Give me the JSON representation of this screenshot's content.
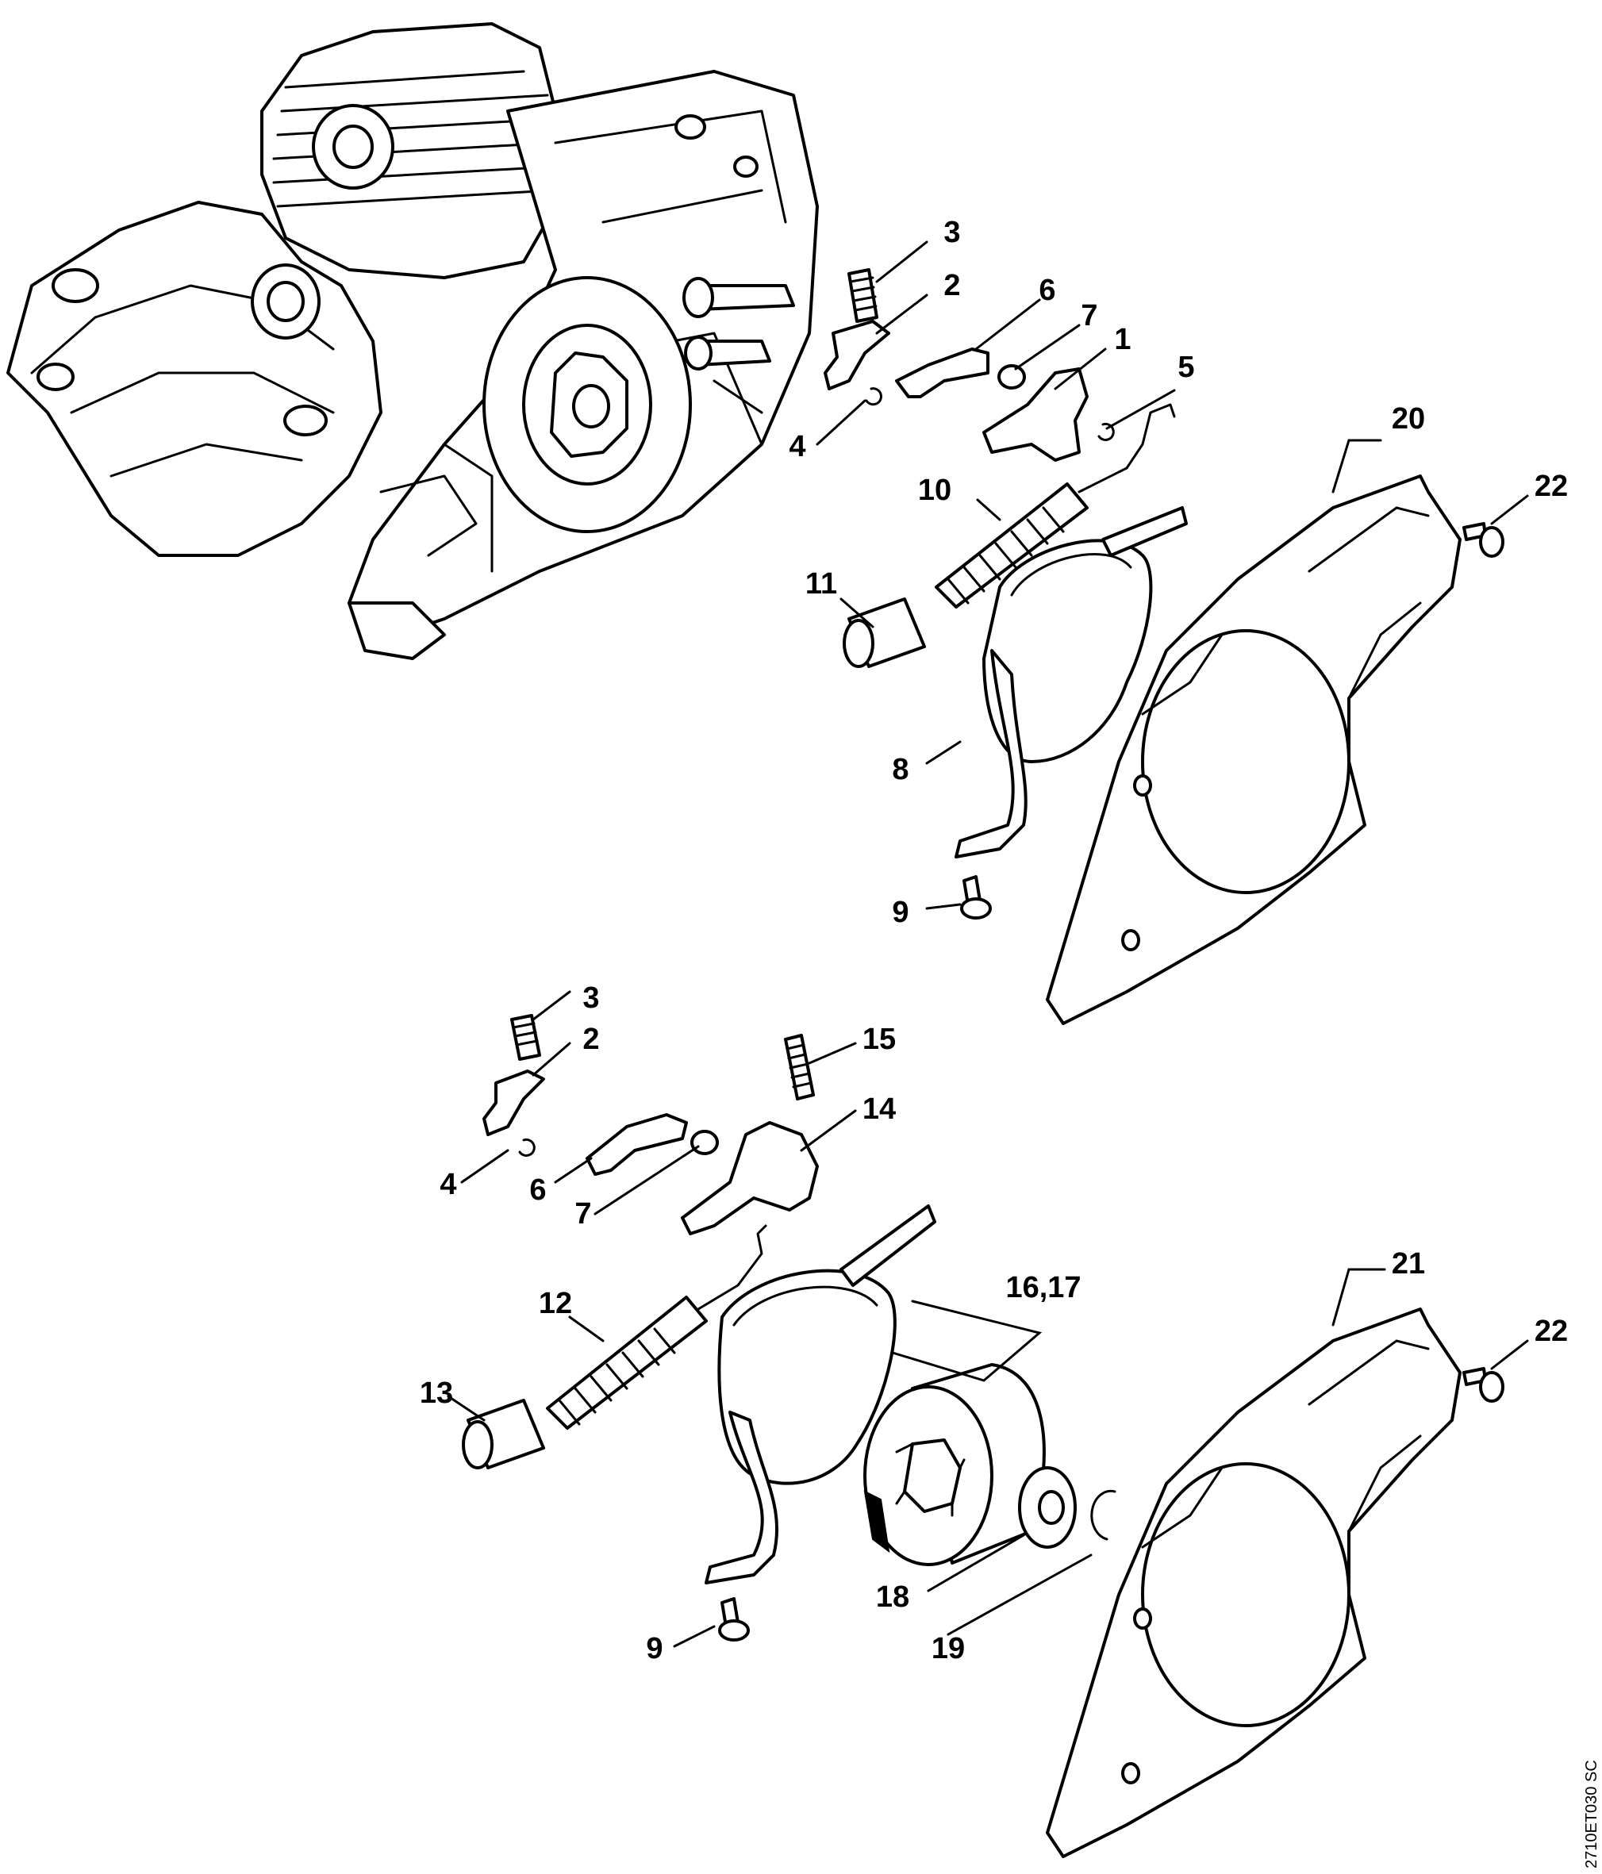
{
  "document_code": "2710ET030 SC",
  "callouts": {
    "p1": "1",
    "p2_top": "2",
    "p3_top": "3",
    "p4_top": "4",
    "p5": "5",
    "p6_top": "6",
    "p7_top": "7",
    "p8": "8",
    "p9_top": "9",
    "p10": "10",
    "p11": "11",
    "p20": "20",
    "p22_top": "22",
    "p2_bot": "2",
    "p3_bot": "3",
    "p4_bot": "4",
    "p6_bot": "6",
    "p7_bot": "7",
    "p9_bot": "9",
    "p12": "12",
    "p13": "13",
    "p14": "14",
    "p15": "15",
    "p16_17": "16,17",
    "p18": "18",
    "p19": "19",
    "p21": "21",
    "p22_bot": "22"
  }
}
